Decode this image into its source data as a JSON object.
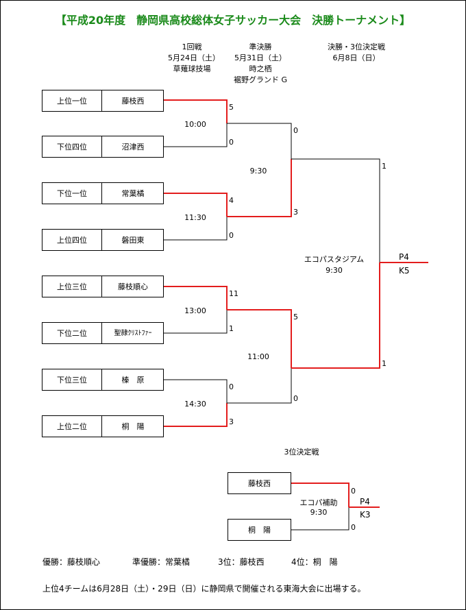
{
  "title": "【平成20年度　静岡県高校総体女子サッカー大会　決勝トーナメント】",
  "header": {
    "round1": [
      "1回戦",
      "5月24日（土）",
      "草薙球技場"
    ],
    "semi": [
      "準決勝",
      "5月31日（土）",
      "時之栖",
      "裾野グランド G"
    ],
    "final": [
      "決勝・3位決定戦",
      "6月8日（日）"
    ]
  },
  "teams": [
    {
      "seed": "上位一位",
      "name": "藤枝西"
    },
    {
      "seed": "下位四位",
      "name": "沼津西"
    },
    {
      "seed": "下位一位",
      "name": "常葉橘"
    },
    {
      "seed": "上位四位",
      "name": "磐田東"
    },
    {
      "seed": "上位三位",
      "name": "藤枝順心"
    },
    {
      "seed": "下位二位",
      "name": "聖隷ｸﾘｽﾄﾌｧｰ"
    },
    {
      "seed": "下位三位",
      "name": "榛　原"
    },
    {
      "seed": "上位二位",
      "name": "桐　陽"
    }
  ],
  "round1_times": [
    "10:00",
    "11:30",
    "13:00",
    "14:30"
  ],
  "round1_scores": [
    "5",
    "0",
    "4",
    "0",
    "11",
    "1",
    "0",
    "3"
  ],
  "semi_times": [
    "9:30",
    "11:00"
  ],
  "semi_scores": [
    "0",
    "3",
    "5",
    "0"
  ],
  "final": {
    "venue": "エコパスタジアム",
    "time": "9:30",
    "scores": [
      "1",
      "1"
    ],
    "result": [
      "P4",
      "K5"
    ]
  },
  "third_place": {
    "label": "3位決定戦",
    "teams": [
      "藤枝西",
      "桐　陽"
    ],
    "venue": "エコパ補助",
    "time": "9:30",
    "scores": [
      "0",
      "0"
    ],
    "result": [
      "P4",
      "K3"
    ]
  },
  "results_line": {
    "winner": "優勝：藤枝順心",
    "runner_up": "準優勝：常葉橘",
    "third": "3位：藤枝西",
    "fourth": "4位：桐　陽"
  },
  "note": "上位4チームは6月28日（土）・29日（日）に静岡県で開催される東海大会に出場する。",
  "colors": {
    "win_line": "#e31c1c",
    "line": "#000000",
    "title": "#1a8a1a"
  }
}
